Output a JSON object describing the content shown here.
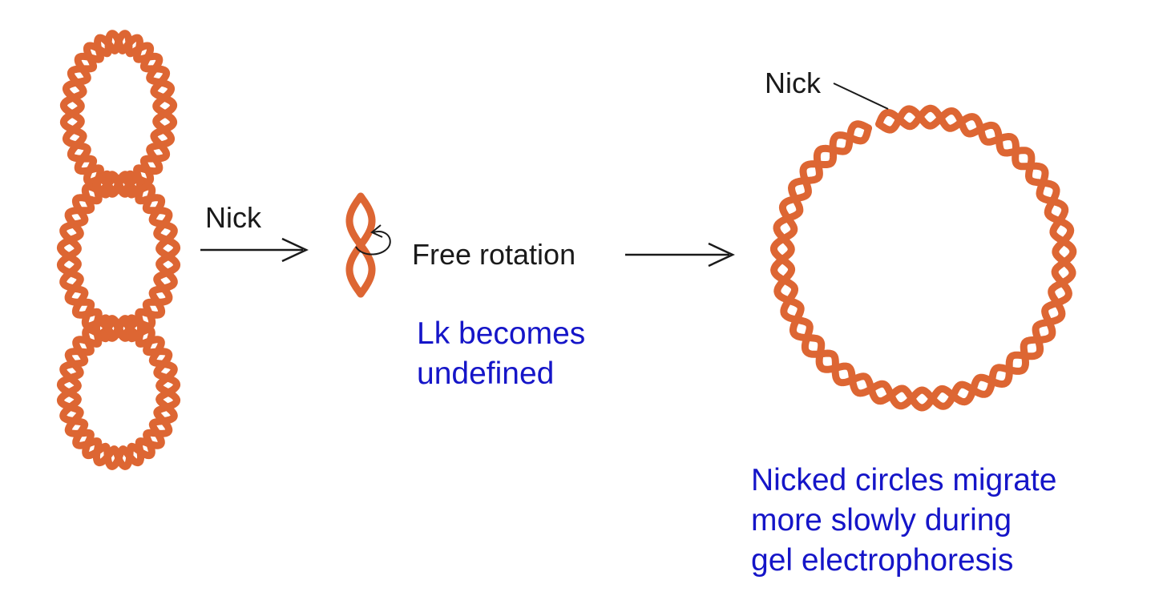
{
  "labels": {
    "nick_arrow": "Nick",
    "free_rotation": "Free rotation",
    "nick_circle": "Nick"
  },
  "notes": {
    "lk_lines": [
      "Lk becomes",
      "undefined"
    ],
    "migrate_lines": [
      "Nicked circles migrate",
      "more slowly during",
      "gel electrophoresis"
    ]
  },
  "colors": {
    "dna": "#dd6633",
    "annotation_text": "#1515c8",
    "label_text": "#1a1a1a"
  }
}
